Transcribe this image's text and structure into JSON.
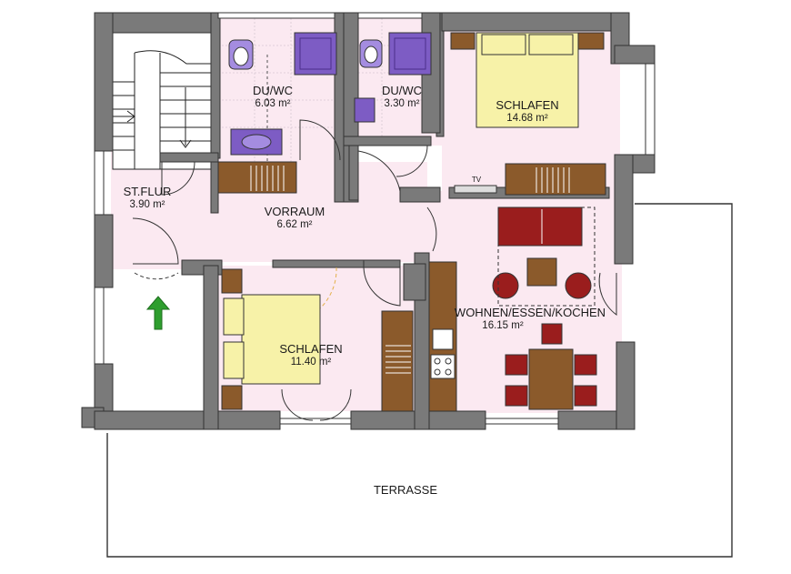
{
  "rooms": [
    {
      "id": "stflur",
      "name": "ST.FLUR",
      "area": "3.90 m²"
    },
    {
      "id": "duwc1",
      "name": "DU/WC",
      "area": "6.03 m²"
    },
    {
      "id": "duwc2",
      "name": "DU/WC",
      "area": "3.30 m²"
    },
    {
      "id": "schlafen1",
      "name": "SCHLAFEN",
      "area": "14.68 m²"
    },
    {
      "id": "vorraum",
      "name": "VORRAUM",
      "area": "6.62 m²"
    },
    {
      "id": "schlafen2",
      "name": "SCHLAFEN",
      "area": "11.40 m²"
    },
    {
      "id": "wohnen",
      "name": "WOHNEN/ESSEN/KOCHEN",
      "area": "16.15 m²"
    },
    {
      "id": "terrasse",
      "name": "TERRASSE"
    }
  ],
  "tv_label": "TV",
  "colors": {
    "wall": "#7a7a7a",
    "floor": "#fbe9f1",
    "tile": "#fdf1f6",
    "furniture": "#8b5a2b",
    "bed": "#f7f2a8",
    "sofa": "#9a1d1d",
    "sanitary": "#7d5cc4",
    "arrow": "#2e9e2e"
  }
}
